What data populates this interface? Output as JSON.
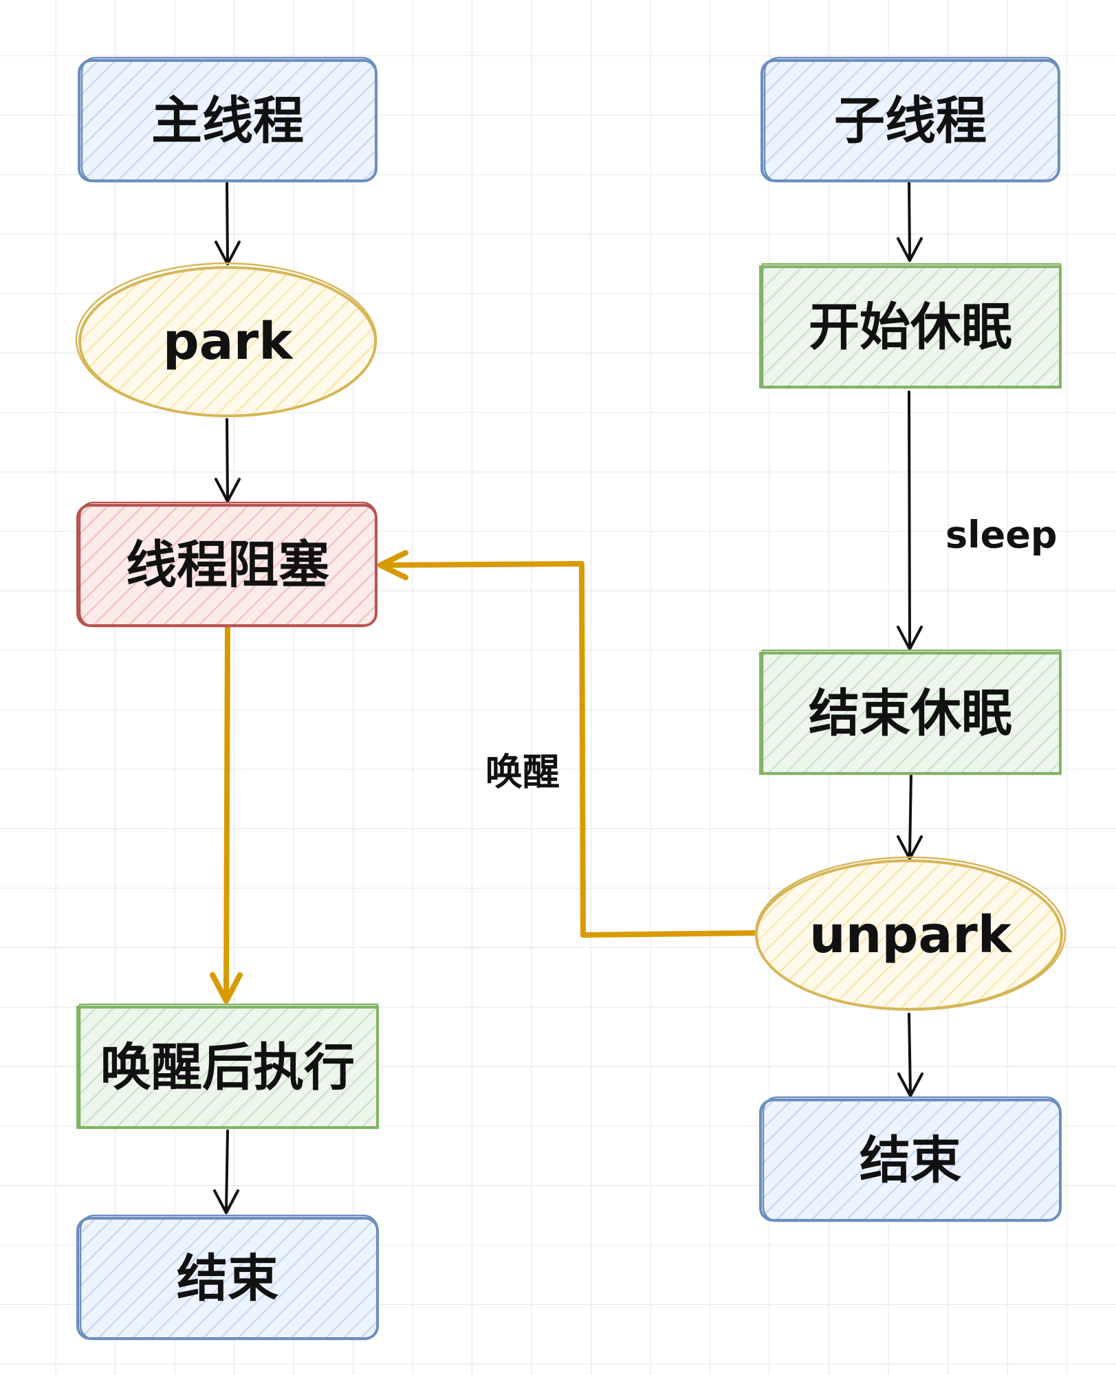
{
  "diagram": {
    "colors": {
      "blue_stroke": "#6c8ebf",
      "blue_fill": "#dae8fc",
      "yellow_stroke": "#d6b656",
      "yellow_fill": "#fff2cc",
      "red_stroke": "#b85450",
      "red_fill": "#f8cecc",
      "green_stroke": "#82b366",
      "green_fill": "#d5e8d4",
      "edge": "#111111",
      "wake_edge": "#d79b00",
      "grid": "#e4e4e4"
    },
    "nodes": {
      "main_thread": "主线程",
      "park": "park",
      "thread_blocked": "线程阻塞",
      "execute_after_wake": "唤醒后执行",
      "main_end": "结束",
      "sub_thread": "子线程",
      "start_sleep": "开始休眠",
      "end_sleep": "结束休眠",
      "unpark": "unpark",
      "sub_end": "结束"
    },
    "edge_labels": {
      "sleep": "sleep",
      "wake": "唤醒"
    }
  }
}
